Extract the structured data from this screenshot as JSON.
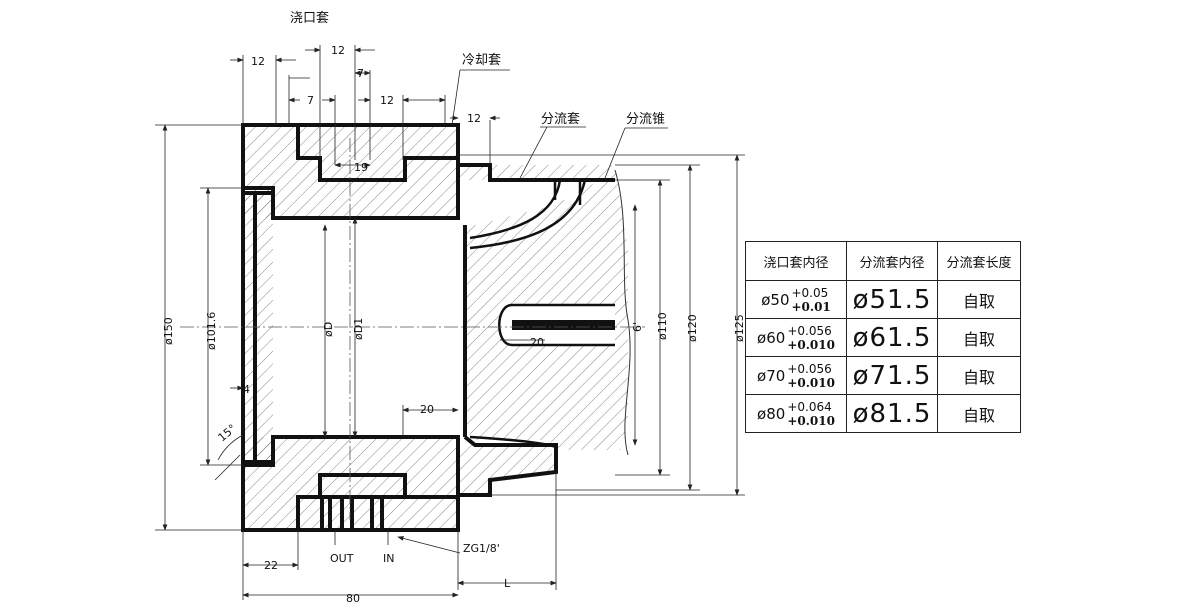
{
  "labels": {
    "sprue_bushing": "浇口套",
    "cooling_jacket": "冷却套",
    "manifold_sleeve": "分流套",
    "manifold_cone": "分流锥",
    "out": "OUT",
    "in": "IN",
    "thread": "ZG1/8'"
  },
  "dims": {
    "top_12_left": "12",
    "top_12_mid": "12",
    "top_7_a": "7",
    "top_7_b": "7",
    "top_12_right": "12",
    "top_12_jacket": "12",
    "groove_19": "19",
    "d150": "ø150",
    "d101_6": "ø101.6",
    "dD": "øD",
    "dD1": "øD1",
    "d6": "6'",
    "d110": "ø110",
    "d120": "ø120",
    "d125": "ø125",
    "rib_20": "20",
    "bore_20": "20",
    "small_4": "4",
    "angle_15": "15°",
    "bottom_22": "22",
    "bottom_80": "80",
    "bottom_L": "L"
  },
  "table": {
    "headers": [
      "浇口套内径",
      "分流套内径",
      "分流套长度"
    ],
    "rows": [
      {
        "dia": "ø50",
        "tol_upper": "+0.05",
        "tol_lower": "+0.01",
        "sleeve": "ø51.5",
        "length": "自取"
      },
      {
        "dia": "ø60",
        "tol_upper": "+0.056",
        "tol_lower": "+0.010",
        "sleeve": "ø61.5",
        "length": "自取"
      },
      {
        "dia": "ø70",
        "tol_upper": "+0.056",
        "tol_lower": "+0.010",
        "sleeve": "ø71.5",
        "length": "自取"
      },
      {
        "dia": "ø80",
        "tol_upper": "+0.064",
        "tol_lower": "+0.010",
        "sleeve": "ø81.5",
        "length": "自取"
      }
    ]
  }
}
